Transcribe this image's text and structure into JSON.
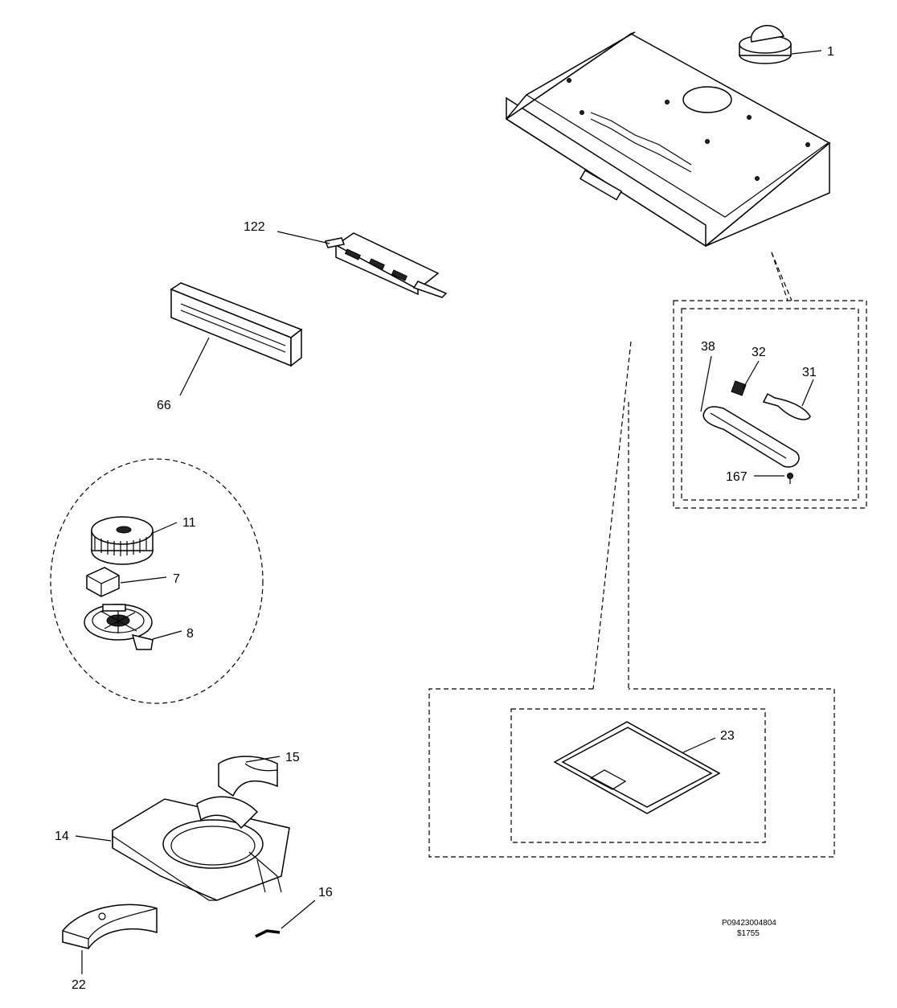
{
  "callouts": {
    "p1": "1",
    "p122": "122",
    "p66": "66",
    "p38": "38",
    "p32": "32",
    "p31": "31",
    "p167": "167",
    "p11": "11",
    "p7": "7",
    "p8": "8",
    "p23": "23",
    "p15": "15",
    "p14": "14",
    "p16": "16",
    "p22": "22"
  },
  "footer": {
    "drawing_code": "P09423004804",
    "sheet_code": "$1755"
  }
}
